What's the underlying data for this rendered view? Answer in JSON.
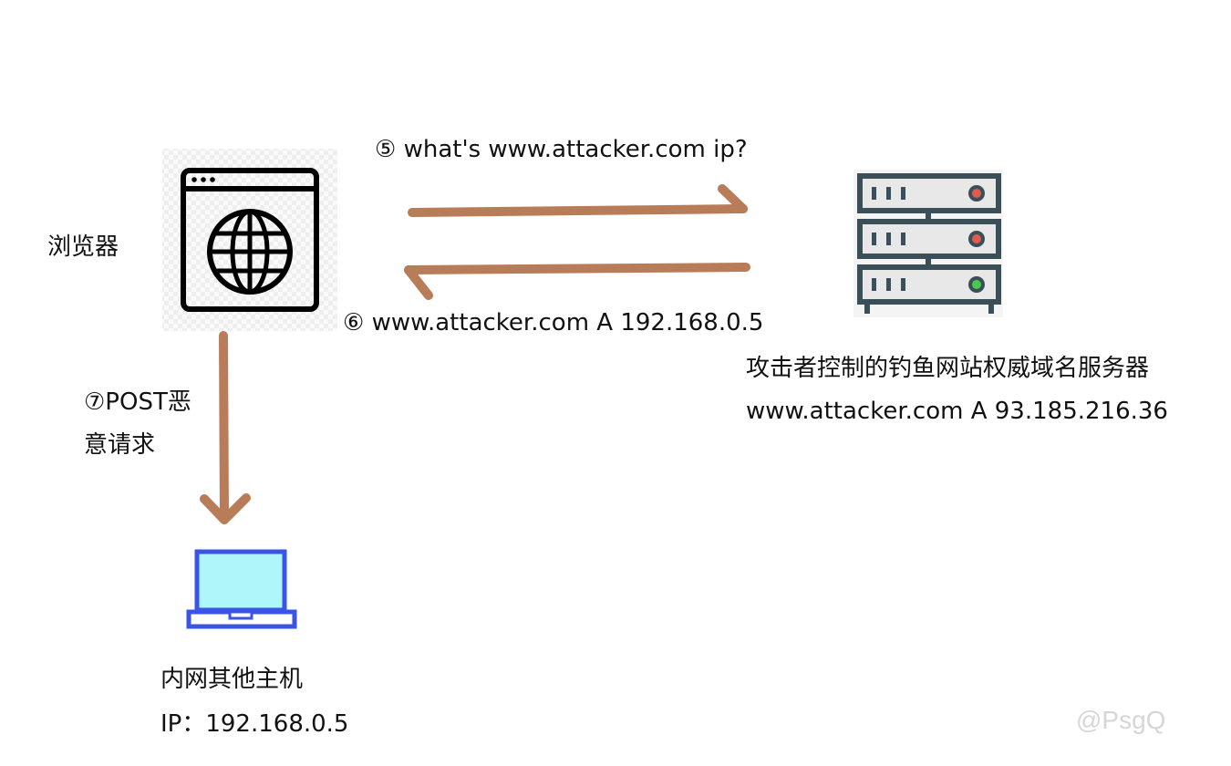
{
  "browser": {
    "label": "浏览器",
    "icon": "browser-globe-icon"
  },
  "dns_server": {
    "title": "攻击者控制的钓鱼网站权威域名服务器",
    "record": "www.attacker.com  A   93.185.216.36",
    "icon": "server-rack-icon"
  },
  "internal_host": {
    "title": "内网其他主机",
    "ip": "IP：192.168.0.5",
    "icon": "laptop-icon"
  },
  "steps": {
    "query": "⑤ what's  www.attacker.com ip?",
    "answer": "⑥ www.attacker.com A   192.168.0.5",
    "post_line1": "⑦POST恶",
    "post_line2": "意请求"
  },
  "watermark": "@PsgQ",
  "colors": {
    "arrow": "#b87c59",
    "server_body": "#3b4f59",
    "server_panel": "#e8e8e8",
    "led_red": "#e05a50",
    "led_green": "#4cc94c",
    "laptop_frame": "#3a55e6",
    "laptop_screen": "#aef6f9"
  }
}
